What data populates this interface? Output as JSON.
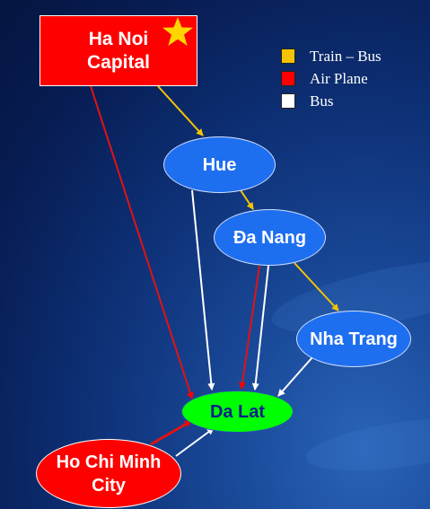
{
  "colors": {
    "train_bus": "#f5c400",
    "air_plane": "#ff0000",
    "bus": "#ffffff",
    "city_red": "#ff0000",
    "city_blue": "#1e6ef0",
    "destination_green": "#00ff00"
  },
  "nodes": {
    "hanoi": "Ha Noi\nCapital",
    "hue": "Hue",
    "danang": "Đa Nang",
    "nhatrang": "Nha Trang",
    "dalat": "Da Lat",
    "hcm": "Ho Chi Minh\nCity"
  },
  "legend": [
    {
      "label": "Train – Bus",
      "color": "#f5c400"
    },
    {
      "label": "Air Plane",
      "color": "#ff0000"
    },
    {
      "label": "Bus",
      "color": "#ffffff"
    }
  ],
  "edges": [
    {
      "from": "Ha Noi Capital",
      "to": "Hue",
      "mode": "Train – Bus"
    },
    {
      "from": "Hue",
      "to": "Đa Nang",
      "mode": "Train – Bus"
    },
    {
      "from": "Đa Nang",
      "to": "Nha Trang",
      "mode": "Train – Bus"
    },
    {
      "from": "Ha Noi Capital",
      "to": "Da Lat",
      "mode": "Air Plane"
    },
    {
      "from": "Đa Nang",
      "to": "Da Lat",
      "mode": "Air Plane"
    },
    {
      "from": "Ho Chi Minh City",
      "to": "Da Lat",
      "mode": "Air Plane"
    },
    {
      "from": "Hue",
      "to": "Da Lat",
      "mode": "Bus"
    },
    {
      "from": "Đa Nang",
      "to": "Da Lat",
      "mode": "Bus"
    },
    {
      "from": "Nha Trang",
      "to": "Da Lat",
      "mode": "Bus"
    },
    {
      "from": "Ho Chi Minh City",
      "to": "Da Lat",
      "mode": "Bus"
    }
  ]
}
